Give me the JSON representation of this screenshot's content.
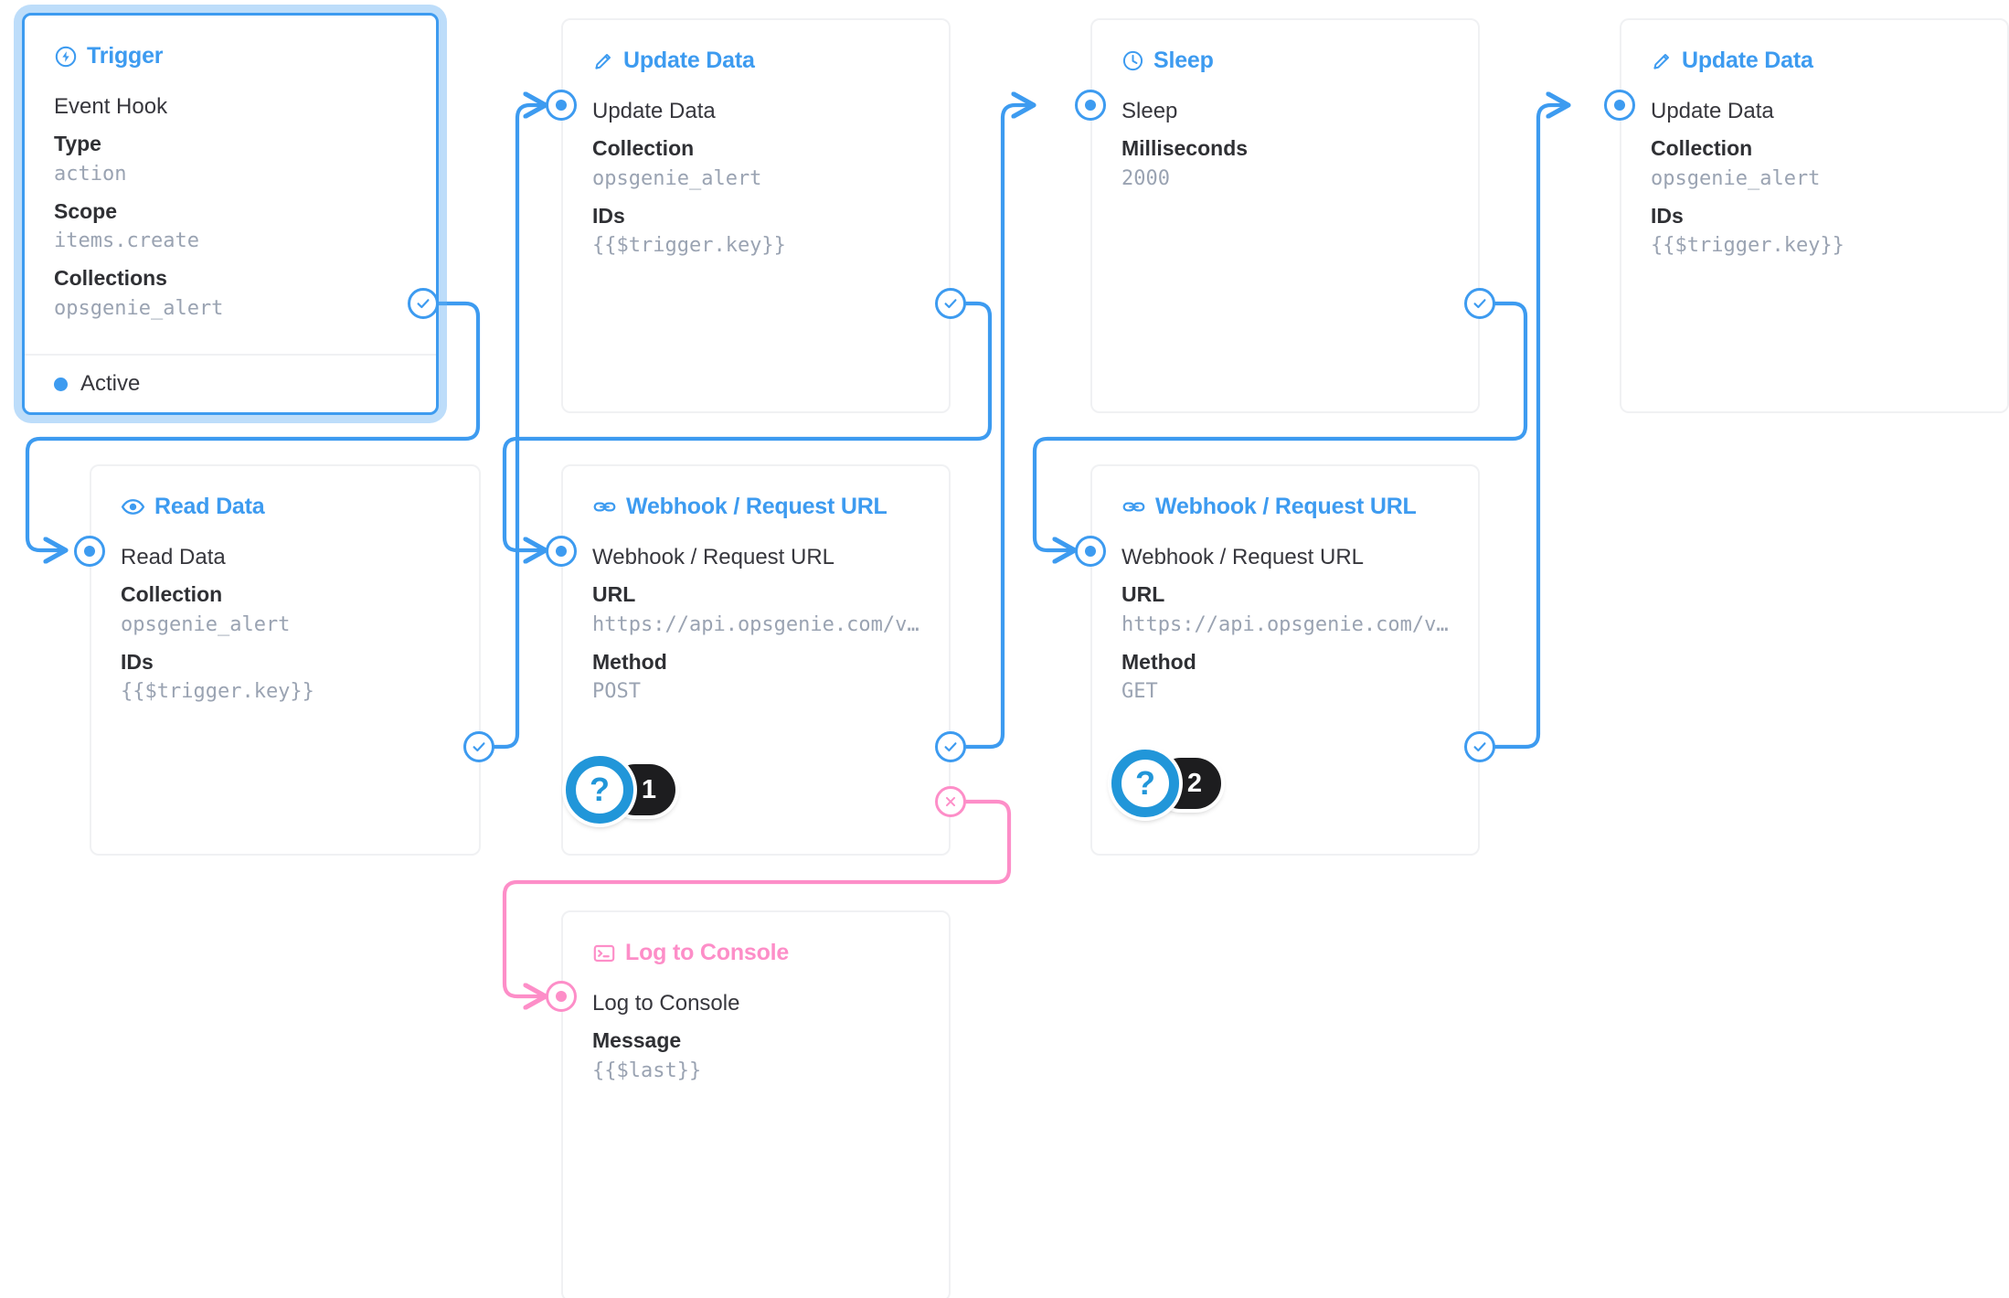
{
  "canvas": {
    "background": "#ffffff",
    "accent_color": "#3d9bf0",
    "reject_color": "#fd8ec8",
    "muted_value_color": "#9aa3b2",
    "label_color": "#2f3034",
    "card_border_color": "#f0f1f3"
  },
  "nodes": [
    {
      "id": "trigger",
      "header_title": "Trigger",
      "header_icon": "bolt-circle-icon",
      "accent": "#3d9bf0",
      "selected": true,
      "operation_name": "Event Hook",
      "fields": [
        {
          "label": "Type",
          "value": "action"
        },
        {
          "label": "Scope",
          "value": "items.create"
        },
        {
          "label": "Collections",
          "value": "opsgenie_alert"
        }
      ],
      "status": "Active"
    },
    {
      "id": "update-data-1",
      "header_title": "Update Data",
      "header_icon": "pencil-icon",
      "accent": "#3d9bf0",
      "selected": false,
      "operation_name": "Update Data",
      "fields": [
        {
          "label": "Collection",
          "value": "opsgenie_alert"
        },
        {
          "label": "IDs",
          "value": "{{$trigger.key}}"
        }
      ]
    },
    {
      "id": "sleep",
      "header_title": "Sleep",
      "header_icon": "clock-icon",
      "accent": "#3d9bf0",
      "selected": false,
      "operation_name": "Sleep",
      "fields": [
        {
          "label": "Milliseconds",
          "value": "2000"
        }
      ]
    },
    {
      "id": "update-data-2",
      "header_title": "Update Data",
      "header_icon": "pencil-icon",
      "accent": "#3d9bf0",
      "selected": false,
      "operation_name": "Update Data",
      "fields": [
        {
          "label": "Collection",
          "value": "opsgenie_alert"
        },
        {
          "label": "IDs",
          "value": "{{$trigger.key}}"
        }
      ]
    },
    {
      "id": "read-data",
      "header_title": "Read Data",
      "header_icon": "eye-icon",
      "accent": "#3d9bf0",
      "selected": false,
      "operation_name": "Read Data",
      "fields": [
        {
          "label": "Collection",
          "value": "opsgenie_alert"
        },
        {
          "label": "IDs",
          "value": "{{$trigger.key}}"
        }
      ]
    },
    {
      "id": "webhook-1",
      "header_title": "Webhook / Request URL",
      "header_icon": "link-icon",
      "accent": "#3d9bf0",
      "selected": false,
      "operation_name": "Webhook / Request URL",
      "fields": [
        {
          "label": "URL",
          "value": "https://api.opsgenie.com/v…"
        },
        {
          "label": "Method",
          "value": "POST"
        }
      ]
    },
    {
      "id": "webhook-2",
      "header_title": "Webhook / Request URL",
      "header_icon": "link-icon",
      "accent": "#3d9bf0",
      "selected": false,
      "operation_name": "Webhook / Request URL",
      "fields": [
        {
          "label": "URL",
          "value": "https://api.opsgenie.com/v…"
        },
        {
          "label": "Method",
          "value": "GET"
        }
      ]
    },
    {
      "id": "log-to-console",
      "header_title": "Log to Console",
      "header_icon": "terminal-icon",
      "accent": "#fd8ec8",
      "selected": false,
      "operation_name": "Log to Console",
      "fields": [
        {
          "label": "Message",
          "value": "{{$last}}"
        }
      ]
    }
  ],
  "hotspots": [
    {
      "id": "hotspot-1",
      "glyph": "?",
      "count": "1"
    },
    {
      "id": "hotspot-2",
      "glyph": "?",
      "count": "2"
    }
  ]
}
